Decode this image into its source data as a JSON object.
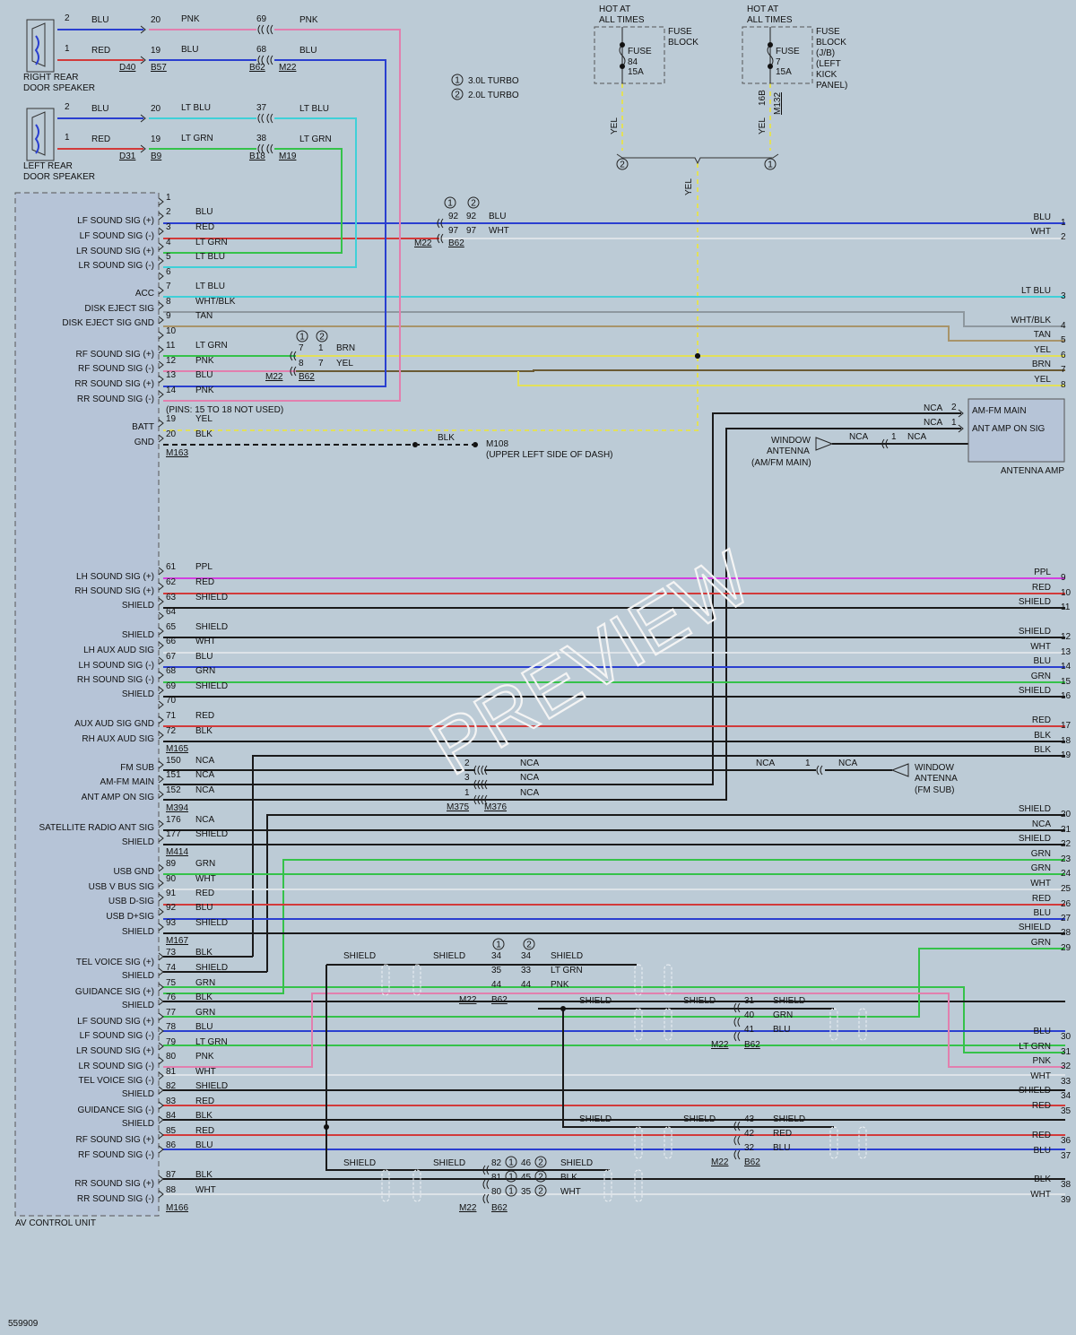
{
  "colors": {
    "BLU": "#2a3fd0",
    "RED": "#d23a3a",
    "LT GRN": "#35c24a",
    "LT BLU": "#3fd0d8",
    "WHT": "#dde3e8",
    "WHT/BLK": "#8e989f",
    "TAN": "#a8946a",
    "PNK": "#e27fae",
    "YEL": "#e2e05a",
    "BRN": "#6a5a34",
    "PPL": "#d23fe0",
    "SHIELD": "#1a1a1a",
    "GRN": "#35c24a",
    "BLK": "#1a1a1a",
    "NCA": "#1a1a1a",
    "background": "#bccbd6"
  },
  "speakers": [
    {
      "label1": "RIGHT REAR",
      "label2": "DOOR SPEAKER",
      "conn": "D40"
    },
    {
      "label1": "LEFT REAR",
      "label2": "DOOR SPEAKER",
      "conn": "D31"
    }
  ],
  "speaker_wires": [
    {
      "pin": "2",
      "color": "BLU",
      "pin2": "20",
      "color2": "PNK",
      "pin3": "69",
      "color3": "PNK"
    },
    {
      "pin": "1",
      "color": "RED",
      "pin2": "19",
      "color2": "BLU",
      "pin3": "68",
      "color3": "BLU"
    },
    {
      "pin": "2",
      "color": "BLU",
      "pin2": "20",
      "color2": "LT BLU",
      "pin3": "37",
      "color3": "LT BLU"
    },
    {
      "pin": "1",
      "color": "RED",
      "pin2": "19",
      "color2": "LT GRN",
      "pin3": "38",
      "color3": "LT GRN"
    }
  ],
  "speaker_connectors": [
    "B57",
    "B62",
    "M22",
    "B9",
    "B18",
    "M19"
  ],
  "legend": [
    {
      "num": "1",
      "text": "3.0L TURBO"
    },
    {
      "num": "2",
      "text": "2.0L TURBO"
    }
  ],
  "fuses": [
    {
      "hot": "HOT AT",
      "hot2": "ALL TIMES",
      "name": "FUSE",
      "num": "84",
      "amps": "15A",
      "block": [
        "FUSE",
        "BLOCK"
      ]
    },
    {
      "hot": "HOT AT",
      "hot2": "ALL TIMES",
      "name": "FUSE",
      "num": "7",
      "amps": "15A",
      "block": [
        "FUSE",
        "BLOCK",
        "(J/B)",
        "(LEFT",
        "KICK",
        "PANEL)"
      ]
    }
  ],
  "fuse_wire": {
    "color": "YEL",
    "pin": "16B",
    "conn": "M132",
    "sel": [
      "2",
      "1"
    ]
  },
  "unit": {
    "name": "AV CONTROL UNIT",
    "connectors": [
      "M163",
      "M165",
      "M394",
      "M414",
      "M167",
      "M166"
    ],
    "pins_note": "(PINS: 15 TO 18 NOT USED)"
  },
  "signals": [
    "LF SOUND SIG (+)",
    "LF SOUND SIG (-)",
    "LR SOUND SIG (+)",
    "LR SOUND SIG (-)",
    "ACC",
    "DISK EJECT SIG",
    "DISK EJECT SIG GND",
    "RF SOUND SIG (+)",
    "RF SOUND SIG (-)",
    "RR SOUND SIG (+)",
    "RR SOUND SIG (-)",
    "BATT",
    "GND",
    "LH SOUND SIG (+)",
    "RH SOUND SIG (+)",
    "SHIELD",
    "SHIELD",
    "LH AUX AUD SIG",
    "LH SOUND SIG (-)",
    "RH SOUND SIG (-)",
    "SHIELD",
    "AUX AUD SIG GND",
    "RH AUX AUD SIG",
    "FM SUB",
    "AM-FM MAIN",
    "ANT AMP ON SIG",
    "SATELLITE RADIO ANT SIG",
    "SHIELD",
    "USB GND",
    "USB V BUS SIG",
    "USB D-SIG",
    "USB D+SIG",
    "SHIELD",
    "TEL VOICE SIG (+)",
    "SHIELD",
    "GUIDANCE SIG (+)",
    "SHIELD",
    "LF SOUND SIG (+)",
    "LF SOUND SIG (-)",
    "LR SOUND SIG (+)",
    "LR SOUND SIG (-)",
    "TEL VOICE SIG (-)",
    "SHIELD",
    "GUIDANCE SIG (-)",
    "SHIELD",
    "RF SOUND SIG (+)",
    "RF SOUND SIG (-)",
    "RR SOUND SIG (+)",
    "RR SOUND SIG (-)"
  ],
  "pins": [
    {
      "pin": "1",
      "color": ""
    },
    {
      "pin": "2",
      "color": "BLU"
    },
    {
      "pin": "3",
      "color": "RED"
    },
    {
      "pin": "4",
      "color": "LT GRN"
    },
    {
      "pin": "5",
      "color": "LT BLU"
    },
    {
      "pin": "6",
      "color": ""
    },
    {
      "pin": "7",
      "color": "LT BLU"
    },
    {
      "pin": "8",
      "color": "WHT/BLK"
    },
    {
      "pin": "9",
      "color": "TAN"
    },
    {
      "pin": "10",
      "color": ""
    },
    {
      "pin": "11",
      "color": "LT GRN"
    },
    {
      "pin": "12",
      "color": "PNK"
    },
    {
      "pin": "13",
      "color": "BLU"
    },
    {
      "pin": "14",
      "color": "PNK"
    },
    {
      "pin": "19",
      "color": "YEL"
    },
    {
      "pin": "20",
      "color": "BLK"
    },
    {
      "pin": "61",
      "color": "PPL"
    },
    {
      "pin": "62",
      "color": "RED"
    },
    {
      "pin": "63",
      "color": "SHIELD"
    },
    {
      "pin": "64",
      "color": ""
    },
    {
      "pin": "65",
      "color": "SHIELD"
    },
    {
      "pin": "66",
      "color": "WHT"
    },
    {
      "pin": "67",
      "color": "BLU"
    },
    {
      "pin": "68",
      "color": "GRN"
    },
    {
      "pin": "69",
      "color": "SHIELD"
    },
    {
      "pin": "70",
      "color": ""
    },
    {
      "pin": "71",
      "color": "RED"
    },
    {
      "pin": "72",
      "color": "BLK"
    },
    {
      "pin": "150",
      "color": "NCA"
    },
    {
      "pin": "151",
      "color": "NCA"
    },
    {
      "pin": "152",
      "color": "NCA"
    },
    {
      "pin": "176",
      "color": "NCA"
    },
    {
      "pin": "177",
      "color": "SHIELD"
    },
    {
      "pin": "89",
      "color": "GRN"
    },
    {
      "pin": "90",
      "color": "WHT"
    },
    {
      "pin": "91",
      "color": "RED"
    },
    {
      "pin": "92",
      "color": "BLU"
    },
    {
      "pin": "93",
      "color": "SHIELD"
    },
    {
      "pin": "73",
      "color": "BLK"
    },
    {
      "pin": "74",
      "color": "SHIELD"
    },
    {
      "pin": "75",
      "color": "GRN"
    },
    {
      "pin": "76",
      "color": "BLK"
    },
    {
      "pin": "77",
      "color": "GRN"
    },
    {
      "pin": "78",
      "color": "BLU"
    },
    {
      "pin": "79",
      "color": "LT GRN"
    },
    {
      "pin": "80",
      "color": "PNK"
    },
    {
      "pin": "81",
      "color": "WHT"
    },
    {
      "pin": "82",
      "color": "SHIELD"
    },
    {
      "pin": "83",
      "color": "RED"
    },
    {
      "pin": "84",
      "color": "BLK"
    },
    {
      "pin": "85",
      "color": "RED"
    },
    {
      "pin": "86",
      "color": "BLU"
    },
    {
      "pin": "87",
      "color": "BLK"
    },
    {
      "pin": "88",
      "color": "WHT"
    }
  ],
  "outputs": [
    {
      "color": "BLU",
      "num": "1"
    },
    {
      "color": "WHT",
      "num": "2"
    },
    {
      "color": "LT BLU",
      "num": "3"
    },
    {
      "color": "WHT/BLK",
      "num": "4"
    },
    {
      "color": "TAN",
      "num": "5"
    },
    {
      "color": "YEL",
      "num": "6"
    },
    {
      "color": "BRN",
      "num": "7"
    },
    {
      "color": "YEL",
      "num": "8"
    },
    {
      "color": "PPL",
      "num": "9"
    },
    {
      "color": "RED",
      "num": "10"
    },
    {
      "color": "SHIELD",
      "num": "11"
    },
    {
      "color": "SHIELD",
      "num": "12"
    },
    {
      "color": "WHT",
      "num": "13"
    },
    {
      "color": "BLU",
      "num": "14"
    },
    {
      "color": "GRN",
      "num": "15"
    },
    {
      "color": "SHIELD",
      "num": "16"
    },
    {
      "color": "RED",
      "num": "17"
    },
    {
      "color": "BLK",
      "num": "18"
    },
    {
      "color": "BLK",
      "num": "19"
    },
    {
      "color": "SHIELD",
      "num": "20"
    },
    {
      "color": "NCA",
      "num": "21"
    },
    {
      "color": "SHIELD",
      "num": "22"
    },
    {
      "color": "GRN",
      "num": "23"
    },
    {
      "color": "GRN",
      "num": "24"
    },
    {
      "color": "WHT",
      "num": "25"
    },
    {
      "color": "RED",
      "num": "26"
    },
    {
      "color": "BLU",
      "num": "27"
    },
    {
      "color": "SHIELD",
      "num": "28"
    },
    {
      "color": "GRN",
      "num": "29"
    },
    {
      "color": "BLU",
      "num": "30"
    },
    {
      "color": "LT GRN",
      "num": "31"
    },
    {
      "color": "PNK",
      "num": "32"
    },
    {
      "color": "WHT",
      "num": "33"
    },
    {
      "color": "SHIELD",
      "num": "34"
    },
    {
      "color": "RED",
      "num": "35"
    },
    {
      "color": "RED",
      "num": "36"
    },
    {
      "color": "BLU",
      "num": "37"
    },
    {
      "color": "BLK",
      "num": "38"
    },
    {
      "color": "WHT",
      "num": "39"
    }
  ],
  "inline_a": {
    "sel": [
      "1",
      "2"
    ],
    "rows": [
      {
        "p1": "92",
        "c": "BLU"
      },
      {
        "p1": "97",
        "c": "WHT"
      }
    ],
    "conn": [
      "M22",
      "B62"
    ]
  },
  "inline_b": {
    "sel": [
      "1",
      "2"
    ],
    "rows": [
      {
        "p1": "7",
        "p2": "1",
        "c": "BRN"
      },
      {
        "p1": "8",
        "p2": "7",
        "c": "YEL"
      }
    ],
    "conn": [
      "M22",
      "B62"
    ]
  },
  "ground": {
    "color": "BLK",
    "label": "M108",
    "desc": "(UPPER LEFT SIDE OF DASH)"
  },
  "antenna_amp": {
    "name": "ANTENNA AMP",
    "main": "AM-FM MAIN",
    "ant": "ANT AMP ON SIG",
    "nca": "NCA",
    "p2": "2",
    "p1": "1"
  },
  "window_ant_main": {
    "l1": "WINDOW",
    "l2": "ANTENNA",
    "l3": "(AM/FM MAIN)",
    "nca": "NCA",
    "pin": "1"
  },
  "window_ant_sub": {
    "l1": "WINDOW",
    "l2": "ANTENNA",
    "l3": "(FM SUB)",
    "nca": "NCA",
    "pin": "1"
  },
  "fm_inline": {
    "pins": [
      "2",
      "3",
      "1"
    ],
    "c": "NCA",
    "conn": [
      "M375",
      "M376"
    ]
  },
  "shield_label": "SHIELD",
  "group1": {
    "sel": [
      "1",
      "2"
    ],
    "rows": [
      {
        "a": "34",
        "b": "34",
        "c": "SHIELD"
      },
      {
        "a": "35",
        "b": "33",
        "c": "LT GRN"
      },
      {
        "a": "44",
        "b": "44",
        "c": "PNK"
      }
    ],
    "conn": [
      "M22",
      "B62"
    ]
  },
  "group2": {
    "rows": [
      {
        "a": "31",
        "c": "SHIELD"
      },
      {
        "a": "40",
        "c": "GRN"
      },
      {
        "a": "41",
        "c": "BLU"
      }
    ],
    "conn": [
      "M22",
      "B62"
    ]
  },
  "group3": {
    "rows": [
      {
        "a": "43",
        "c": "SHIELD"
      },
      {
        "a": "42",
        "c": "RED"
      },
      {
        "a": "32",
        "c": "BLU"
      }
    ],
    "conn": [
      "M22",
      "B62"
    ]
  },
  "group4": {
    "rows": [
      {
        "a": "82",
        "s1": "1",
        "b": "46",
        "s2": "2",
        "c": "SHIELD"
      },
      {
        "a": "81",
        "s1": "1",
        "b": "45",
        "s2": "2",
        "c": "BLK"
      },
      {
        "a": "80",
        "s1": "1",
        "b": "35",
        "s2": "2",
        "c": "WHT"
      }
    ],
    "conn": [
      "M22",
      "B62"
    ]
  },
  "watermark": "PREVIEW",
  "footer_id": "559909"
}
